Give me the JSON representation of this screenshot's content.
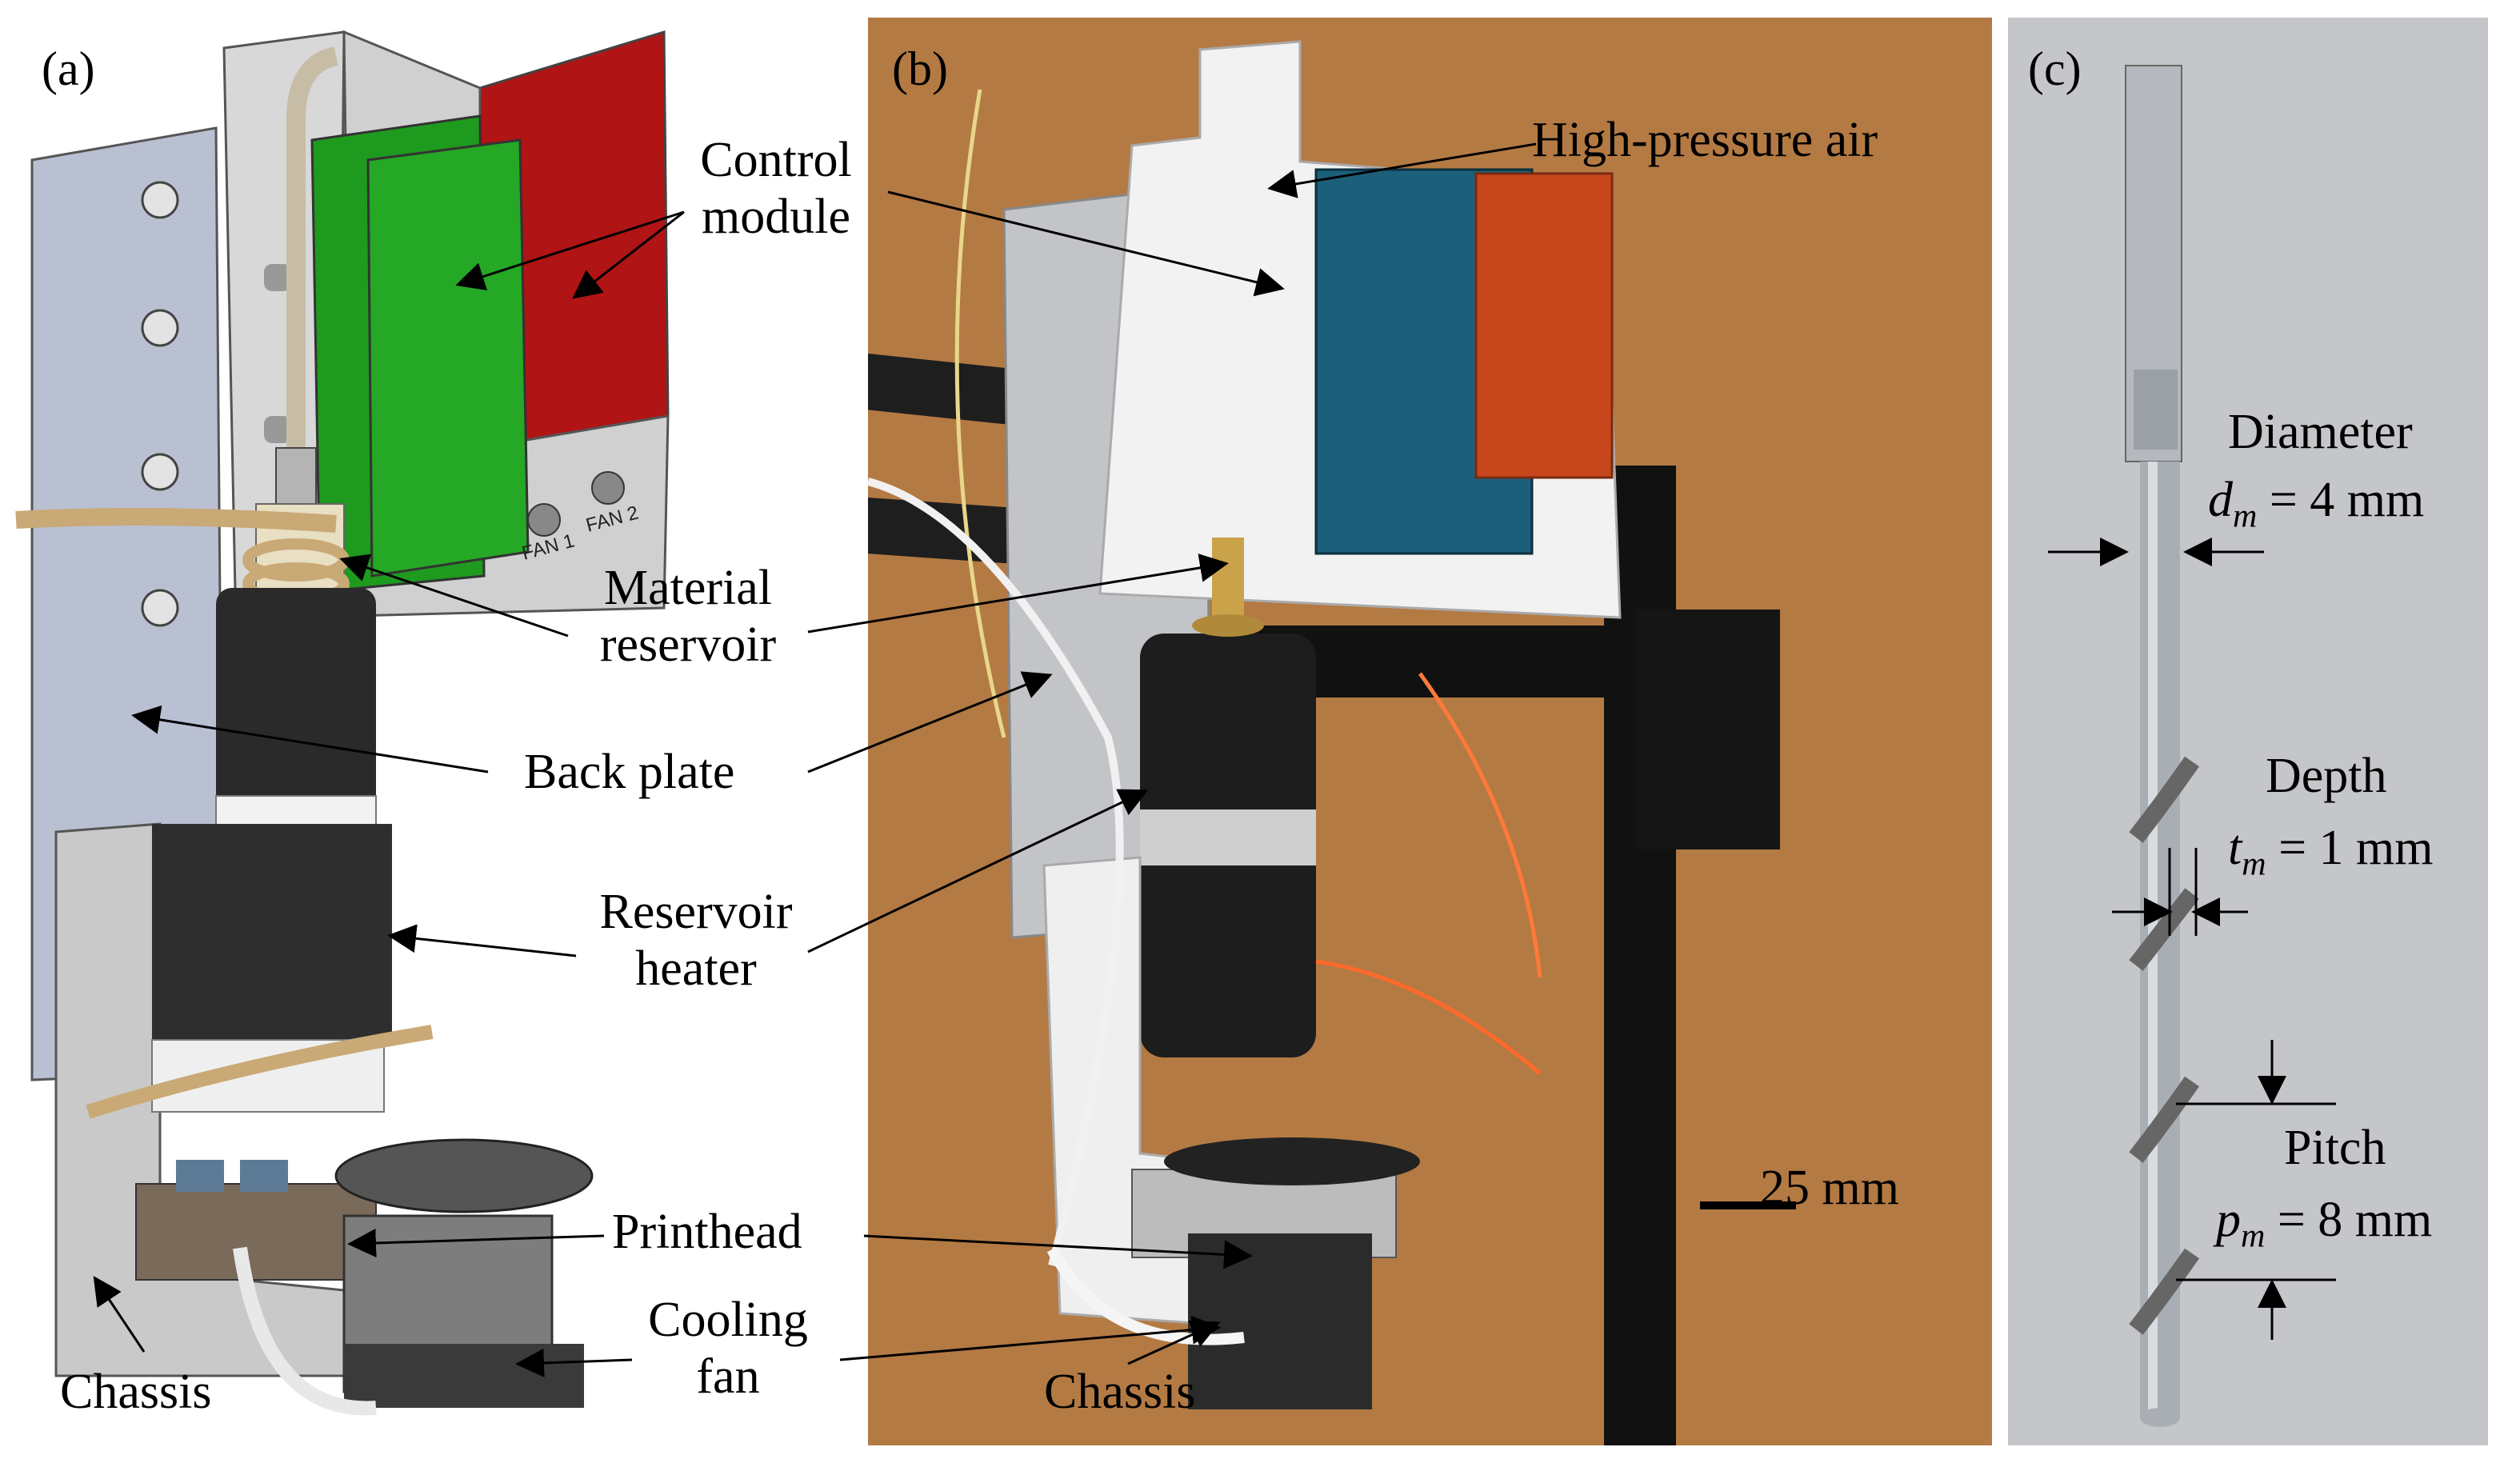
{
  "panels": {
    "a": "(a)",
    "b": "(b)",
    "c": "(c)"
  },
  "callouts": {
    "control_module": [
      "Control",
      "module"
    ],
    "material_reservoir": [
      "Material",
      "reservoir"
    ],
    "back_plate": "Back plate",
    "reservoir_heater": [
      "Reservoir",
      "heater"
    ],
    "printhead": "Printhead",
    "cooling_fan": [
      "Cooling",
      "fan"
    ],
    "chassis_a": "Chassis",
    "chassis_b": "Chassis",
    "high_pressure_air": "High-pressure air",
    "scale_bar": "25 mm"
  },
  "cad_labels": {
    "fan1": "FAN 1",
    "fan2": "FAN 2"
  },
  "screw": {
    "diameter_label": "Diameter",
    "diameter_sym": "d",
    "diameter_sub": "m",
    "diameter_val": " = 4 mm",
    "depth_label": "Depth",
    "depth_sym": "t",
    "depth_sub": "m",
    "depth_val": " = 1 mm",
    "pitch_label": "Pitch",
    "pitch_sym": "p",
    "pitch_sub": "m",
    "pitch_val": " = 8 mm"
  },
  "colors": {
    "green_board": "#1e9a1e",
    "red_board": "#b01414",
    "back_plate": "#b9c0d2",
    "chassis": "#c9c9c9",
    "heater": "#2a2a2a",
    "photo_wall": "#b47a44",
    "photo_bg_c": "#c4c6c9"
  }
}
